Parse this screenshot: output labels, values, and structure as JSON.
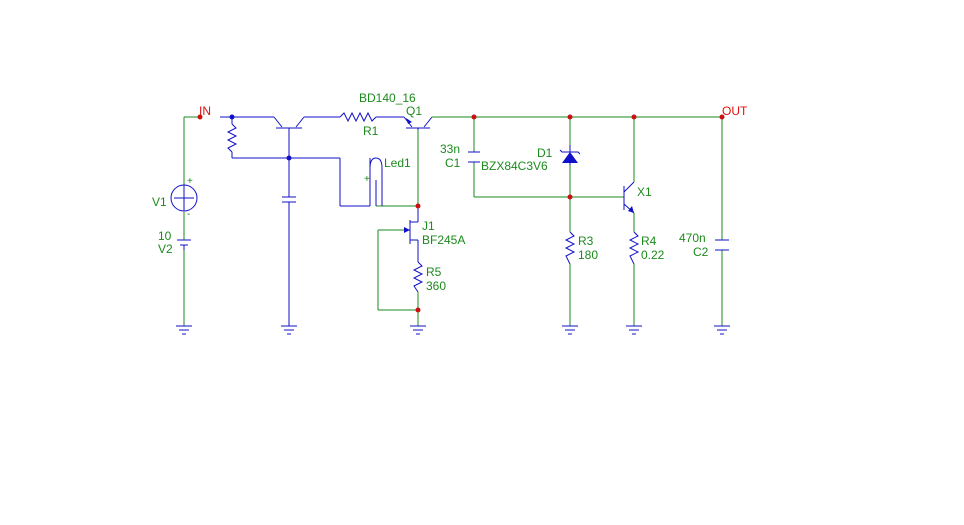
{
  "nets": {
    "in": "IN",
    "out": "OUT"
  },
  "components": {
    "v1": {
      "ref": "V1"
    },
    "v2": {
      "ref": "V2",
      "value": "10"
    },
    "q1": {
      "ref": "Q1",
      "value": "BD140_16"
    },
    "r1": {
      "ref": "R1"
    },
    "led1": {
      "ref": "Led1"
    },
    "c1": {
      "ref": "C1",
      "value": "33n"
    },
    "d1": {
      "ref": "D1",
      "value": "BZX84C3V6"
    },
    "x1": {
      "ref": "X1"
    },
    "j1": {
      "ref": "J1",
      "value": "BF245A"
    },
    "r5": {
      "ref": "R5",
      "value": "360"
    },
    "r3": {
      "ref": "R3",
      "value": "180"
    },
    "r4": {
      "ref": "R4",
      "value": "0.22"
    },
    "c2": {
      "ref": "C2",
      "value": "470n"
    }
  },
  "symbols": {
    "plus": "+",
    "minus": "-"
  }
}
